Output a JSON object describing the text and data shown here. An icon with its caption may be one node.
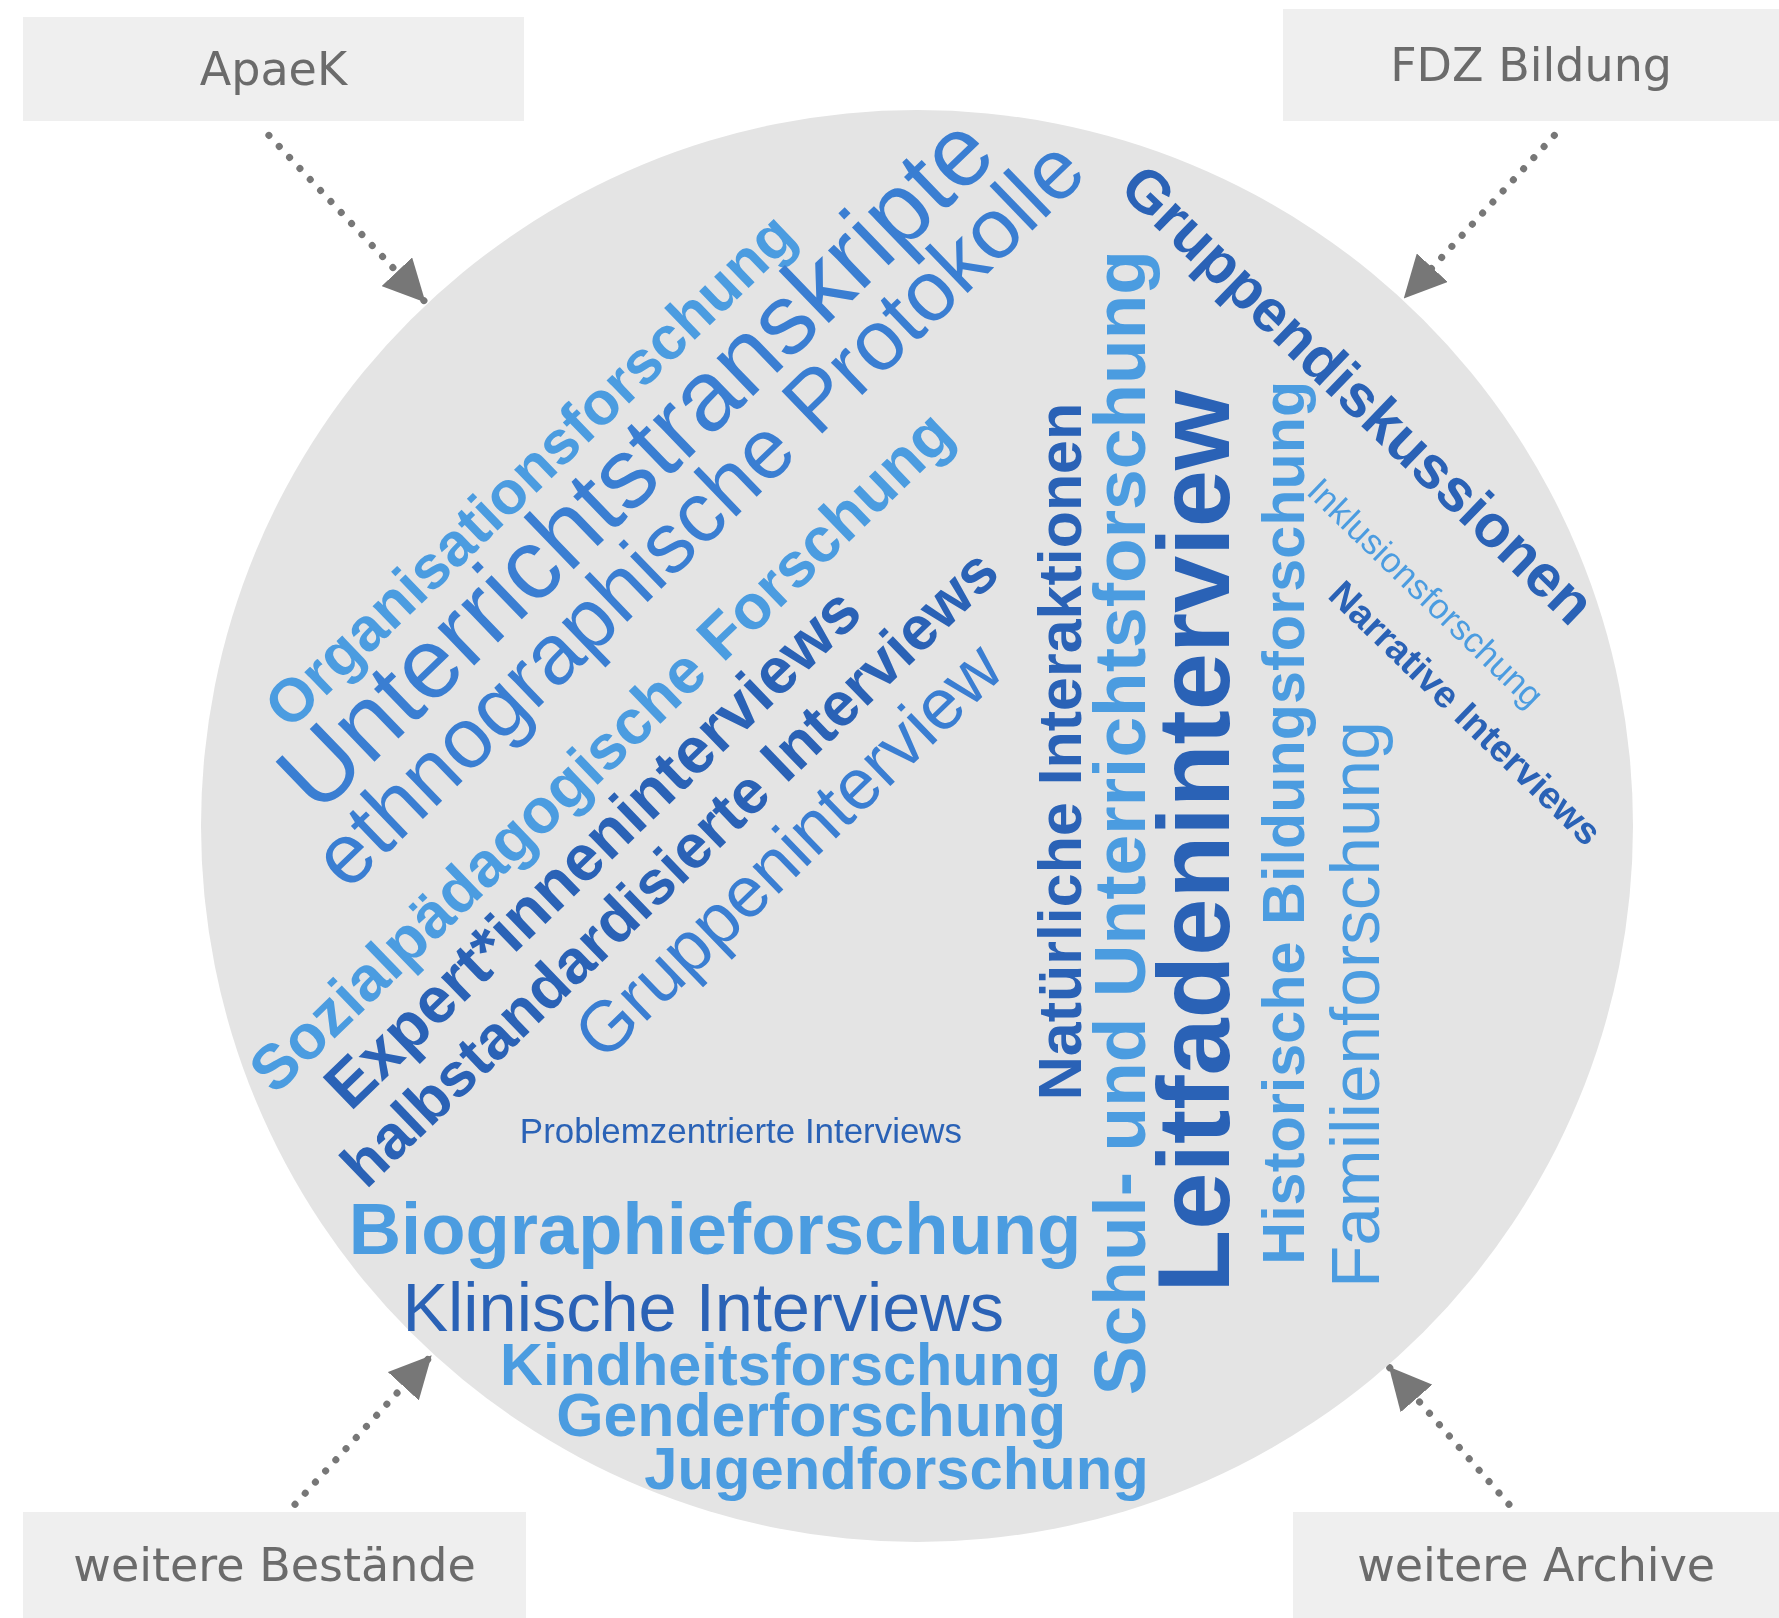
{
  "diagram": {
    "nodes": [
      {
        "text": [
          "ApaeK"
        ]
      },
      {
        "text": [
          "FDZ Bildung"
        ]
      },
      {
        "text": [
          "Organisationsforschung",
          "Unterrichtstranskripte",
          "ethnographische Protokolle",
          "Sozialpädagogische Forschung",
          "Expert*inneninterviews",
          "halbstandardisierte Interviews",
          "Gruppeninterview",
          "Problemzentrierte Interviews",
          "Biographieforschung",
          "Klinische Interviews",
          "Kindheitsforschung",
          "Genderforschung",
          "Jugendforschung",
          "Natürliche Interaktionen",
          "Schul- und Unterrichtsforschung",
          "Leitfadeninterview",
          "Historische Bildungsforschung",
          "Familienforschung",
          "Gruppendiskussionen",
          "Inklusionsforschung",
          "Narrative Interviews"
        ]
      },
      {
        "text": [
          "weitere Bestände"
        ]
      },
      {
        "text": [
          "weitere Archive"
        ]
      }
    ],
    "edges": [
      {
        "from": 0,
        "to": 2,
        "arrow": "to",
        "style": "dashed"
      },
      {
        "from": 1,
        "to": 2,
        "arrow": "to",
        "style": "dashed"
      },
      {
        "from": 3,
        "to": 2,
        "arrow": "to",
        "style": "dashed"
      },
      {
        "from": 4,
        "to": 2,
        "arrow": "to",
        "style": "dashed"
      }
    ]
  }
}
